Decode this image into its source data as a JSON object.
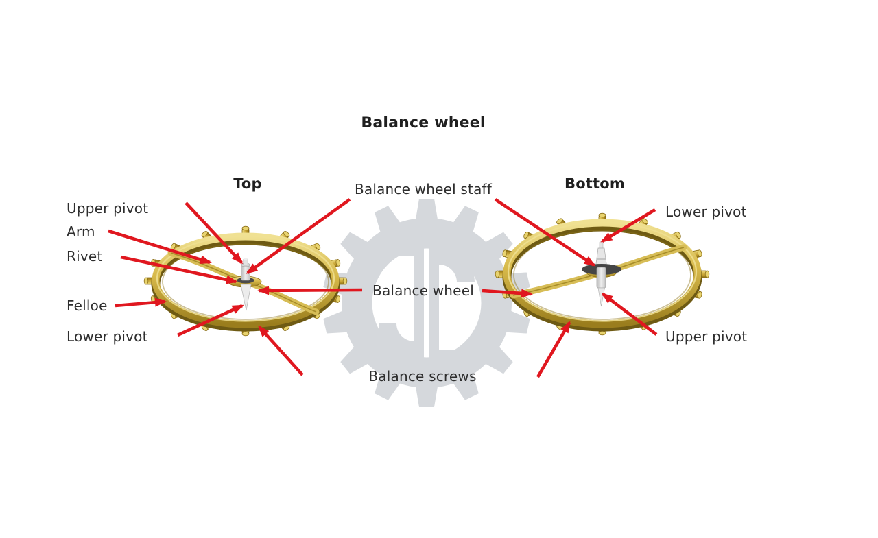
{
  "title": "Balance wheel",
  "views": {
    "top": {
      "heading": "Top",
      "labels": {
        "upper_pivot": "Upper pivot",
        "arm": "Arm",
        "rivet": "Rivet",
        "felloe": "Felloe",
        "lower_pivot": "Lower pivot"
      }
    },
    "bottom": {
      "heading": "Bottom",
      "labels": {
        "lower_pivot": "Lower pivot",
        "upper_pivot": "Upper pivot"
      }
    }
  },
  "shared_labels": {
    "balance_wheel_staff": "Balance wheel staff",
    "balance_wheel": "Balance wheel",
    "balance_screws": "Balance screws"
  },
  "watermark": {
    "icon": "gear-monogram-logo"
  },
  "colors": {
    "arrow_red": "#e0171f",
    "label_text": "#2e2e2e",
    "heading_text": "#1f1f1f",
    "gold_main": "#c7a332",
    "gold_dark": "#6e5a13",
    "gold_light": "#f0e193",
    "steel_gray": "#d9d9d9",
    "watermark_gray": "#d4d7db",
    "background": "#ffffff"
  }
}
